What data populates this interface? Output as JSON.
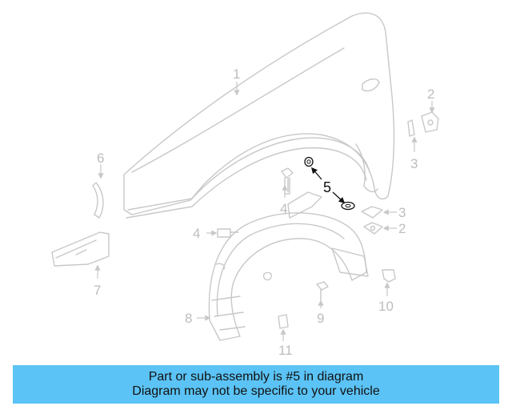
{
  "diagram": {
    "callouts": [
      "1",
      "2",
      "3",
      "4",
      "5",
      "6",
      "7",
      "8",
      "9",
      "10",
      "11"
    ],
    "duplicate_callouts": {
      "two": "2",
      "three": "3",
      "four": "4"
    },
    "highlighted_part": "5",
    "colors": {
      "lines": "#c8c8c8",
      "highlight": "#111111"
    }
  },
  "banner": {
    "line1": "Part or sub-assembly is #5 in diagram",
    "line2": "Diagram may not be specific to your vehicle",
    "background": "#5bc3f5"
  }
}
